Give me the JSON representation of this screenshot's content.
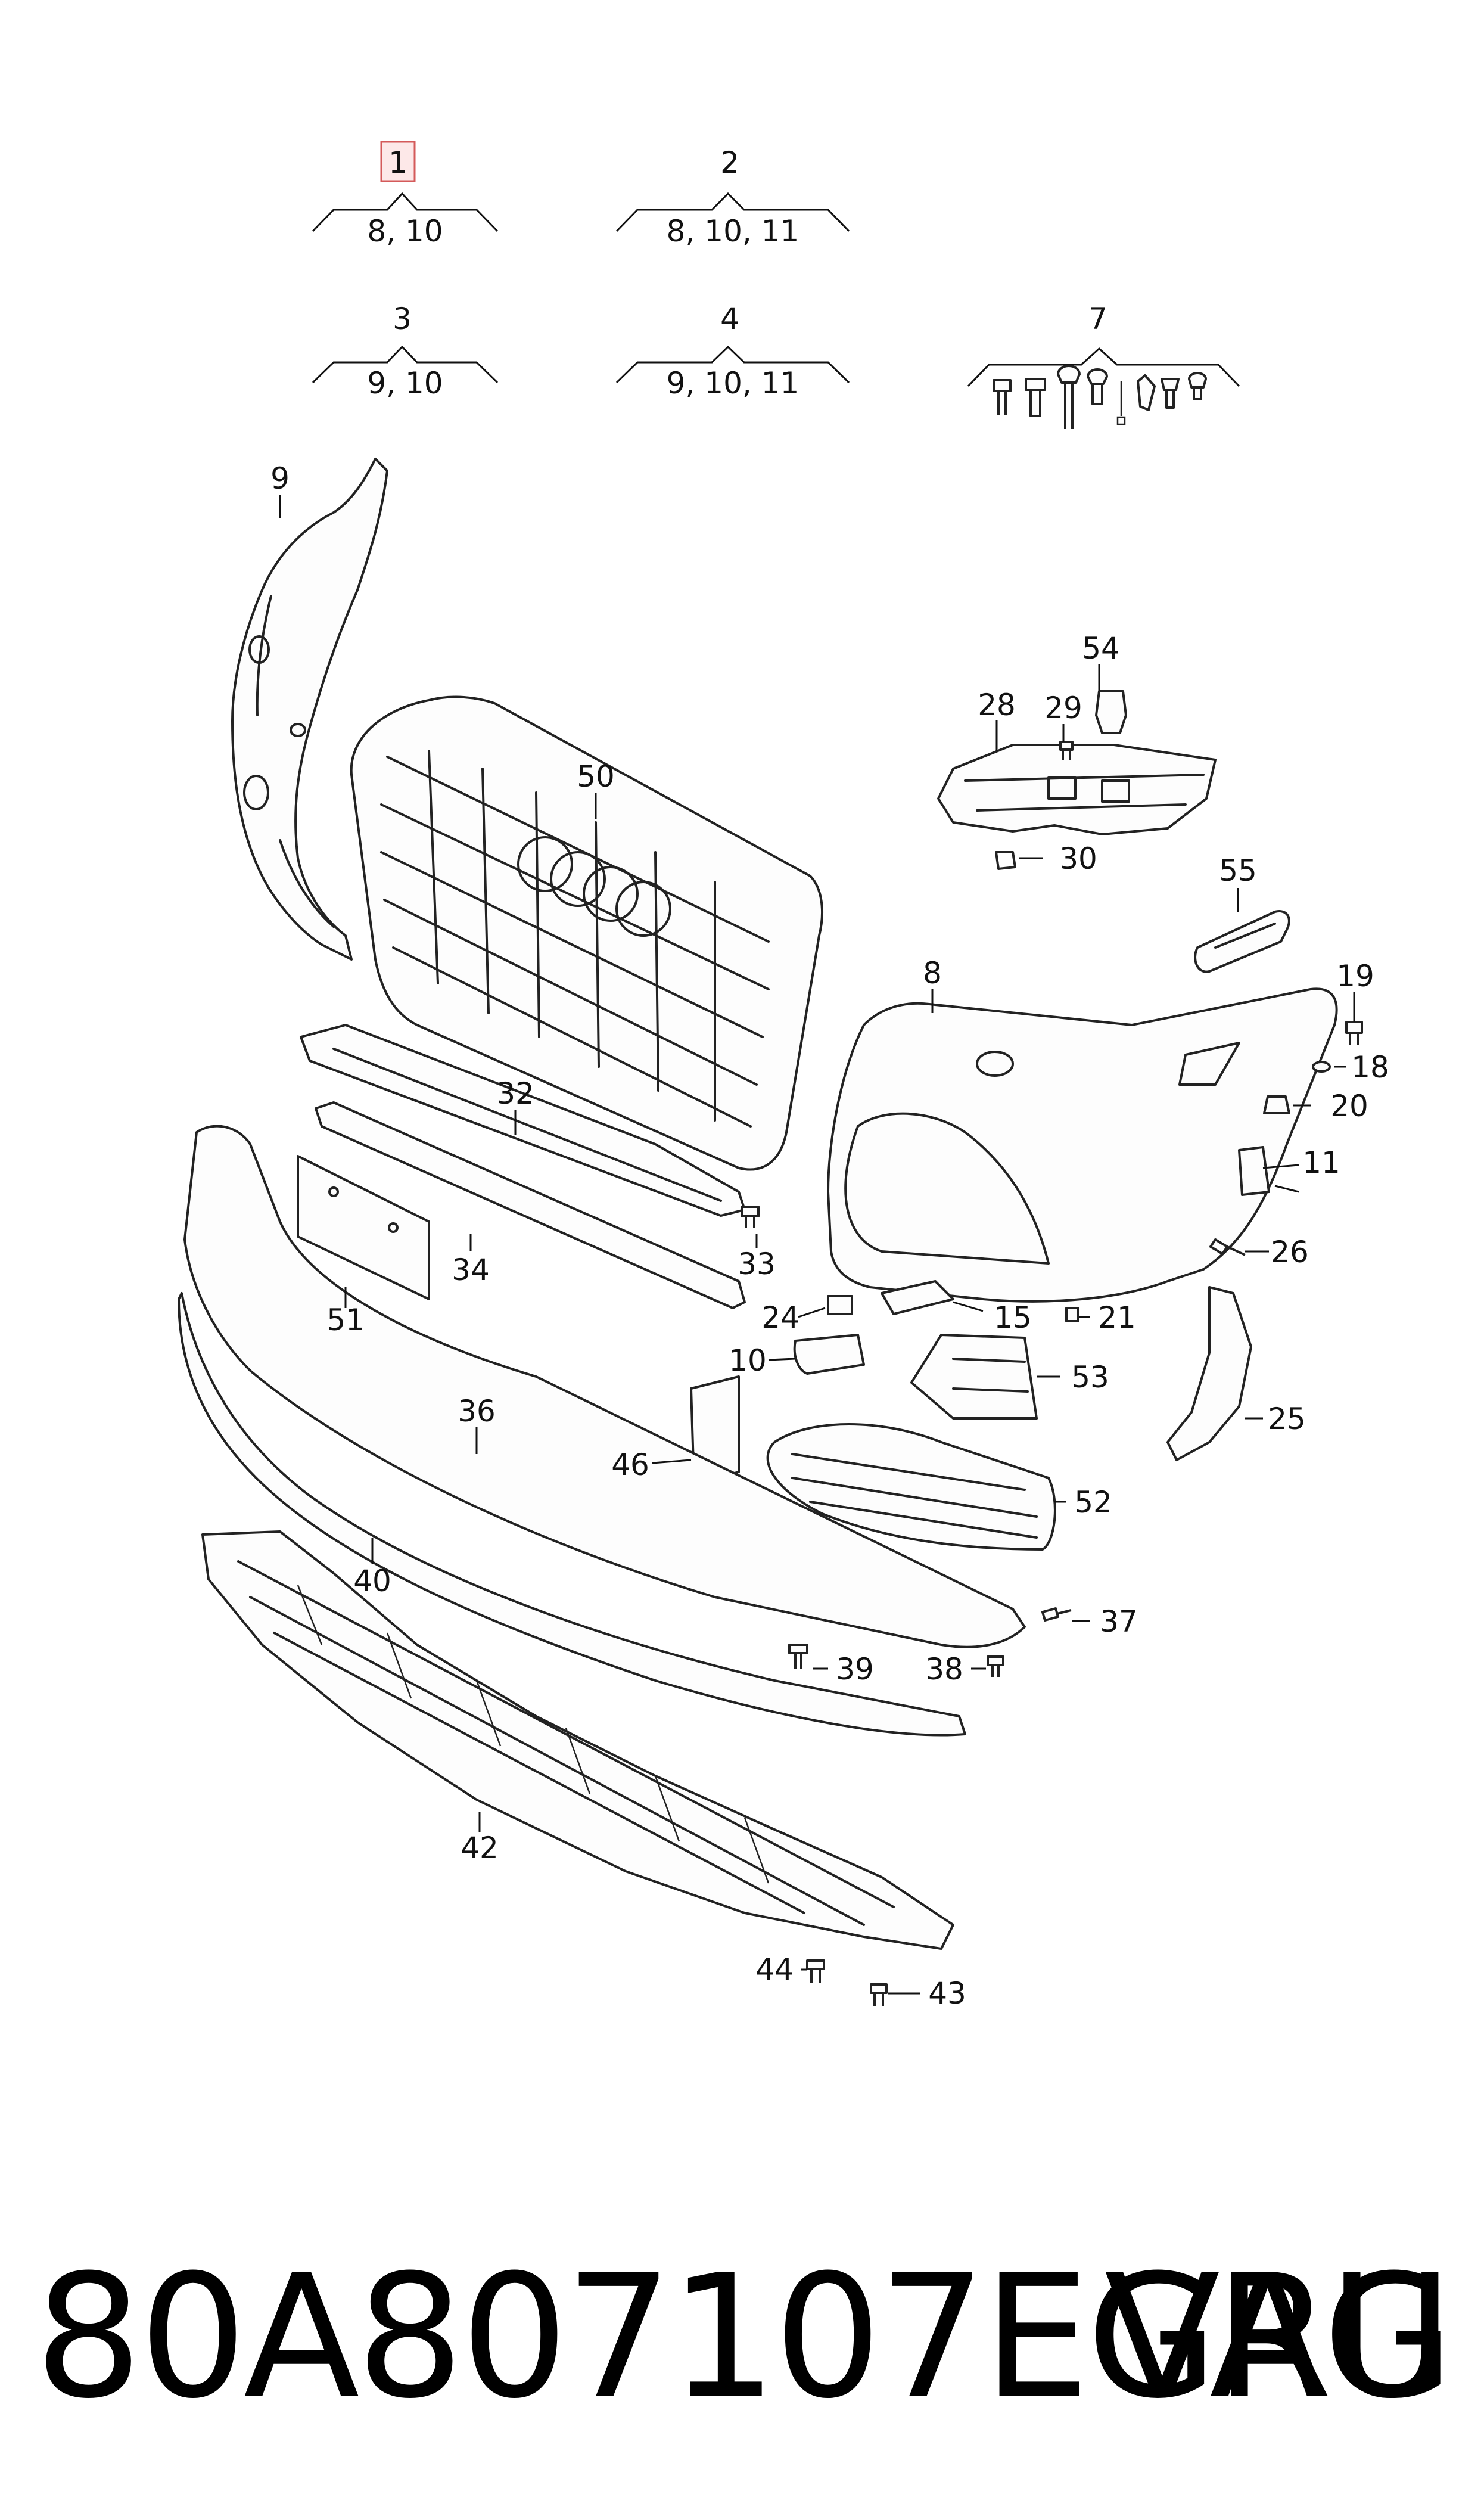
{
  "groups": [
    {
      "id": "1",
      "refs": "8, 10",
      "highlighted": true
    },
    {
      "id": "2",
      "refs": "8, 10, 11",
      "highlighted": false
    },
    {
      "id": "3",
      "refs": "9, 10",
      "highlighted": false
    },
    {
      "id": "4",
      "refs": "9, 10, 11",
      "highlighted": false
    },
    {
      "id": "7",
      "refs": "",
      "highlighted": false
    }
  ],
  "callouts": [
    "9",
    "50",
    "54",
    "29",
    "28",
    "30",
    "55",
    "8",
    "19",
    "18",
    "20",
    "11",
    "26",
    "32",
    "33",
    "34",
    "51",
    "24",
    "15",
    "21",
    "10",
    "53",
    "25",
    "36",
    "46",
    "52",
    "40",
    "37",
    "39",
    "38",
    "42",
    "44",
    "43"
  ],
  "footer": {
    "part_number": "80A807107EGRU",
    "brand": "VAG"
  },
  "colors": {
    "highlight_fill": "#fde8e8",
    "highlight_stroke": "#d45a5a",
    "line": "#222222"
  }
}
